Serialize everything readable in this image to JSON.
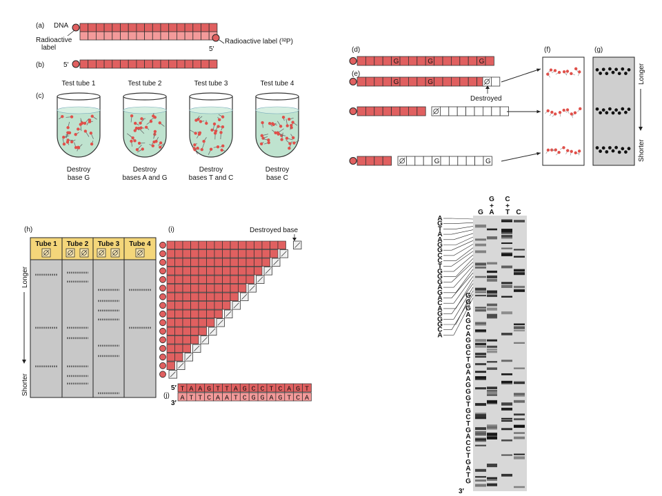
{
  "panel_a": {
    "letter": "(a)",
    "dna": "DNA",
    "left_label": [
      "Radioactive",
      "label"
    ],
    "right_label": "Radioactive label (³²P)",
    "five_prime": "5′"
  },
  "panel_b": {
    "letter": "(b)",
    "five_prime": "5′"
  },
  "panel_c": {
    "letter": "(c)",
    "tubes": [
      {
        "title": "Test tube 1",
        "caption": [
          "Destroy",
          "base G"
        ]
      },
      {
        "title": "Test tube 2",
        "caption": [
          "Destroy",
          "bases A and G"
        ]
      },
      {
        "title": "Test tube 3",
        "caption": [
          "Destroy",
          "bases T and C"
        ]
      },
      {
        "title": "Test tube 4",
        "caption": [
          "Destroy",
          "base C"
        ]
      }
    ]
  },
  "panel_d": {
    "letter": "(d)",
    "base": "G"
  },
  "panel_e": {
    "letter": "(e)",
    "destroyed": "Destroyed",
    "base": "G"
  },
  "panel_f": {
    "letter": "(f)"
  },
  "panel_g": {
    "letter": "(g)",
    "longer": "Longer",
    "shorter": "Shorter"
  },
  "panel_h": {
    "letter": "(h)",
    "tubes": [
      "Tube 1",
      "Tube 2",
      "Tube 3",
      "Tube 4"
    ],
    "longer": "Longer",
    "shorter": "Shorter"
  },
  "panel_i": {
    "letter": "(i)",
    "destroyed_base": "Destroyed base"
  },
  "panel_j": {
    "letter": "(j)",
    "five_prime": "5′",
    "three_prime": "3′",
    "top_strand": [
      "T",
      "A",
      "A",
      "G",
      "T",
      "T",
      "A",
      "G",
      "C",
      "C",
      "T",
      "C",
      "A",
      "G",
      "T"
    ],
    "bottom_strand": [
      "A",
      "T",
      "T",
      "C",
      "A",
      "A",
      "T",
      "C",
      "G",
      "G",
      "A",
      "G",
      "T",
      "C",
      "A"
    ]
  },
  "gel": {
    "lanes": [
      {
        "top": [],
        "bottom": "G"
      },
      {
        "top": [
          "G",
          "+"
        ],
        "bottom": "A"
      },
      {
        "top": [
          "C",
          "+"
        ],
        "bottom": "T"
      },
      {
        "top": [],
        "bottom": "C"
      }
    ],
    "left_sequence": [
      "A",
      "G",
      "T",
      "A",
      "A",
      "G",
      "G",
      "C",
      "C",
      "T",
      "G",
      "G",
      "G",
      "A",
      "G",
      "A",
      "C",
      "A",
      "G",
      "G",
      "G",
      "C",
      "A"
    ],
    "inner_sequence": [
      "G",
      "G",
      "G",
      "A",
      "G",
      "C",
      "A",
      "G",
      "G",
      "C",
      "T",
      "G",
      "A",
      "A",
      "G",
      "G",
      "G",
      "T",
      "G",
      "C",
      "T",
      "G",
      "A",
      "C",
      "C",
      "T",
      "G",
      "A",
      "T",
      "G"
    ],
    "three_prime": "3′"
  },
  "colors": {
    "strand": "#e06060",
    "strand_light": "#f39a9a",
    "fluid": "#bfe3cf",
    "gel_gray": "#c8c8c8",
    "header_yellow": "#f4d67a"
  }
}
